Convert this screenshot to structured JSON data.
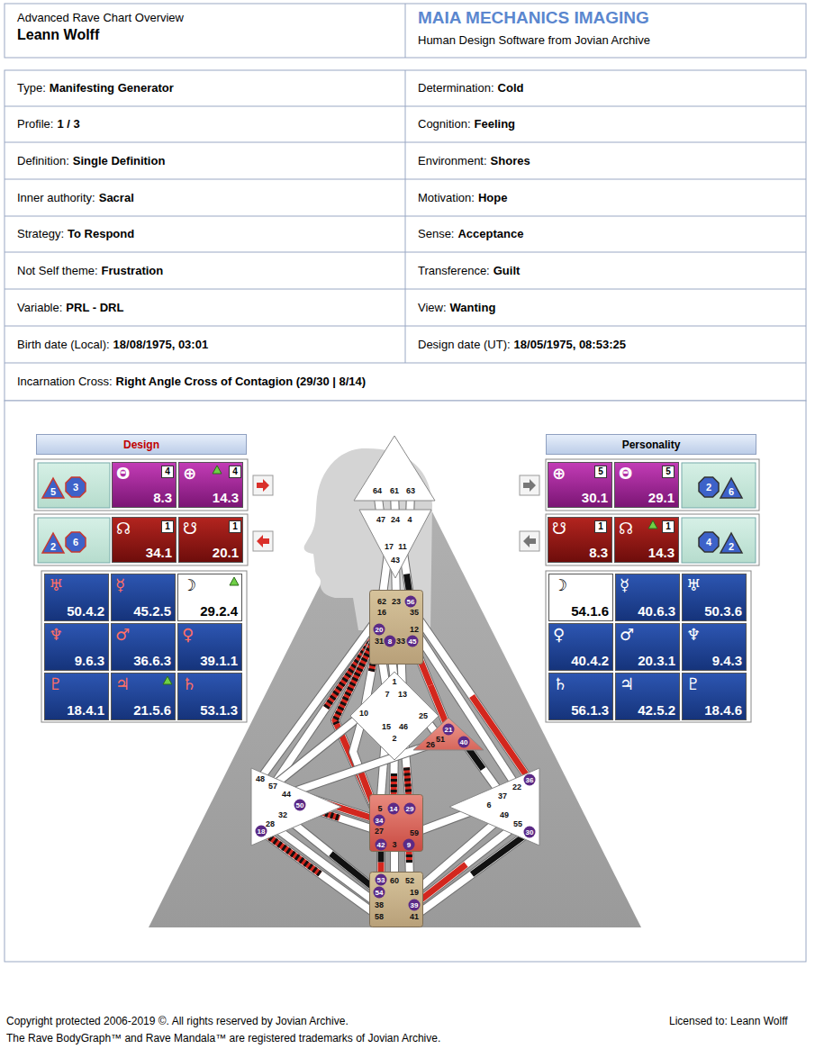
{
  "diagram": {
    "title": "Advanced Rave Chart Overview",
    "nodes": [
      {
        "text": [
          "Design"
        ]
      },
      {
        "text": [
          "Θ",
          "8.3"
        ]
      },
      {
        "text": [
          "⊕",
          "14.3"
        ]
      },
      {
        "text": [
          "☊",
          "34.1"
        ]
      },
      {
        "text": [
          "☋",
          "20.1"
        ]
      },
      {
        "text": [
          "♅",
          "50.4.2"
        ]
      },
      {
        "text": [
          "☿",
          "45.2.5"
        ]
      },
      {
        "text": [
          "☽",
          "29.2.4"
        ]
      },
      {
        "text": [
          "♆",
          "9.6.3"
        ]
      },
      {
        "text": [
          "♂",
          "36.6.3"
        ]
      },
      {
        "text": [
          "♀",
          "39.1.1"
        ]
      },
      {
        "text": [
          "♇",
          "18.4.1"
        ]
      },
      {
        "text": [
          "♃",
          "21.5.6"
        ]
      },
      {
        "text": [
          "♄",
          "53.1.3"
        ]
      },
      {
        "text": [
          "64",
          "61",
          "63"
        ]
      },
      {
        "text": [
          "47",
          "24",
          "4",
          "17",
          "11",
          "43"
        ]
      },
      {
        "text": [
          "62",
          "23",
          "56",
          "16",
          "35",
          "20",
          "12",
          "31",
          "8",
          "33",
          "45"
        ]
      },
      {
        "text": [
          "1",
          "7",
          "13",
          "10",
          "25",
          "15",
          "46",
          "2"
        ]
      },
      {
        "text": [
          "21",
          "51",
          "26",
          "40"
        ]
      },
      {
        "text": [
          "48",
          "57",
          "44",
          "50",
          "32",
          "28",
          "18"
        ]
      },
      {
        "text": [
          "36",
          "22",
          "37",
          "6",
          "49",
          "55",
          "30"
        ]
      },
      {
        "text": [
          "5",
          "14",
          "29",
          "34",
          "27",
          "59",
          "42",
          "3",
          "9"
        ]
      },
      {
        "text": [
          "53",
          "60",
          "52",
          "54",
          "19",
          "38",
          "39",
          "58",
          "41"
        ]
      },
      {
        "text": [
          "Personality"
        ]
      },
      {
        "text": [
          "⊕",
          "30.1"
        ]
      },
      {
        "text": [
          "Θ",
          "29.1"
        ]
      },
      {
        "text": [
          "☋",
          "8.3"
        ]
      },
      {
        "text": [
          "☊",
          "14.3"
        ]
      },
      {
        "text": [
          "☽",
          "54.1.6"
        ]
      },
      {
        "text": [
          "☿",
          "40.6.3"
        ]
      },
      {
        "text": [
          "♅",
          "50.3.6"
        ]
      },
      {
        "text": [
          "♀",
          "40.4.2"
        ]
      },
      {
        "text": [
          "♂",
          "20.3.1"
        ]
      },
      {
        "text": [
          "♆",
          "9.4.3"
        ]
      },
      {
        "text": [
          "♄",
          "56.1.3"
        ]
      },
      {
        "text": [
          "♃",
          "42.5.2"
        ]
      },
      {
        "text": [
          "♇",
          "18.4.6"
        ]
      }
    ],
    "edges": [
      {
        "from": 14,
        "to": 15,
        "arrow": "none"
      },
      {
        "from": 14,
        "to": 15,
        "arrow": "none"
      },
      {
        "from": 14,
        "to": 15,
        "arrow": "none"
      },
      {
        "from": 15,
        "to": 16,
        "arrow": "none"
      },
      {
        "from": 15,
        "to": 16,
        "arrow": "none"
      },
      {
        "from": 15,
        "to": 16,
        "arrow": "none"
      },
      {
        "from": 16,
        "to": 19,
        "arrow": "none"
      },
      {
        "from": 16,
        "to": 19,
        "arrow": "none"
      },
      {
        "from": 16,
        "to": 21,
        "arrow": "none"
      },
      {
        "from": 17,
        "to": 16,
        "arrow": "none"
      },
      {
        "from": 17,
        "to": 16,
        "arrow": "none"
      },
      {
        "from": 17,
        "to": 16,
        "arrow": "none"
      },
      {
        "from": 17,
        "to": 16,
        "arrow": "none"
      },
      {
        "from": 16,
        "to": 18,
        "arrow": "none"
      },
      {
        "from": 16,
        "to": 20,
        "arrow": "none"
      },
      {
        "from": 16,
        "to": 20,
        "arrow": "none"
      },
      {
        "from": 17,
        "to": 19,
        "arrow": "none"
      },
      {
        "from": 17,
        "to": 21,
        "arrow": "none"
      },
      {
        "from": 17,
        "to": 18,
        "arrow": "none"
      },
      {
        "from": 17,
        "to": 21,
        "arrow": "none"
      },
      {
        "from": 17,
        "to": 21,
        "arrow": "none"
      },
      {
        "from": 17,
        "to": 21,
        "arrow": "none"
      },
      {
        "from": 19,
        "to": 18,
        "arrow": "none"
      },
      {
        "from": 19,
        "to": 21,
        "arrow": "none"
      },
      {
        "from": 21,
        "to": 19,
        "arrow": "none"
      },
      {
        "from": 19,
        "to": 22,
        "arrow": "none"
      },
      {
        "from": 19,
        "to": 22,
        "arrow": "none"
      },
      {
        "from": 19,
        "to": 22,
        "arrow": "none"
      },
      {
        "from": 18,
        "to": 20,
        "arrow": "none"
      },
      {
        "from": 21,
        "to": 20,
        "arrow": "none"
      },
      {
        "from": 22,
        "to": 21,
        "arrow": "none"
      },
      {
        "from": 22,
        "to": 21,
        "arrow": "none"
      },
      {
        "from": 22,
        "to": 21,
        "arrow": "none"
      },
      {
        "from": 22,
        "to": 20,
        "arrow": "none"
      },
      {
        "from": 22,
        "to": 20,
        "arrow": "none"
      },
      {
        "from": 22,
        "to": 20,
        "arrow": "none"
      }
    ],
    "labels": [
      "Leann Wolff",
      "MAIA MECHANICS IMAGING",
      "Human Design Software from Jovian Archive",
      "Type:",
      "Manifesting Generator",
      "Determination:",
      "Cold",
      "Profile:",
      "1 / 3",
      "Cognition:",
      "Feeling",
      "Definition:",
      "Single Definition",
      "Environment:",
      "Shores",
      "Inner authority:",
      "Sacral",
      "Motivation:",
      "Hope",
      "Strategy:",
      "To Respond",
      "Sense:",
      "Acceptance",
      "Not Self theme:",
      "Frustration",
      "Transference:",
      "Guilt",
      "Variable:",
      "PRL - DRL",
      "View:",
      "Wanting",
      "Birth date (Local):",
      "18/08/1975, 03:01",
      "Design date (UT):",
      "18/05/1975, 08:53:25",
      "Incarnation Cross:",
      "Right Angle Cross of Contagion (29/30 | 8/14)",
      "5",
      "3",
      "4",
      "4",
      "2",
      "6",
      "1",
      "1",
      "5",
      "5",
      "2",
      "6",
      "1",
      "1",
      "4",
      "2",
      "Copyright protected 2006-2019 ©. All rights reserved by Jovian Archive.",
      "The Rave BodyGraph™ and Rave Mandala™ are registered trademarks of Jovian Archive.",
      "Licensed to: Leann Wolff"
    ]
  }
}
